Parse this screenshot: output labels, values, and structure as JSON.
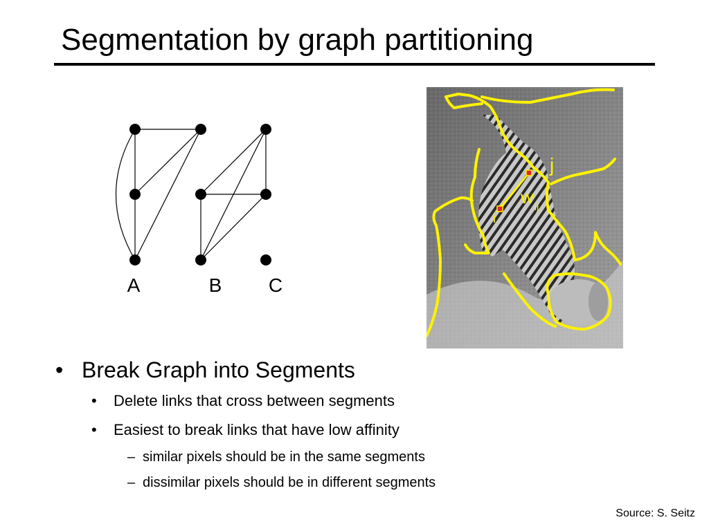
{
  "slide": {
    "title": "Segmentation by graph partitioning",
    "source": "Source: S. Seitz"
  },
  "graph": {
    "labels": [
      "A",
      "B",
      "C"
    ]
  },
  "tiger": {
    "label_j": "j",
    "label_w": "w",
    "label_w_sub": "ij",
    "label_i": "i",
    "outline_color": "#FFF200",
    "marker_color": "#E3262A"
  },
  "bullets": {
    "level1": "Break Graph into Segments",
    "level2": [
      "Delete links that cross between segments",
      "Easiest to break links that have low affinity"
    ],
    "level3": [
      "similar pixels should be in the same segments",
      "dissimilar pixels should be in different segments"
    ],
    "bullet_char": "•",
    "dash_char": "–"
  }
}
